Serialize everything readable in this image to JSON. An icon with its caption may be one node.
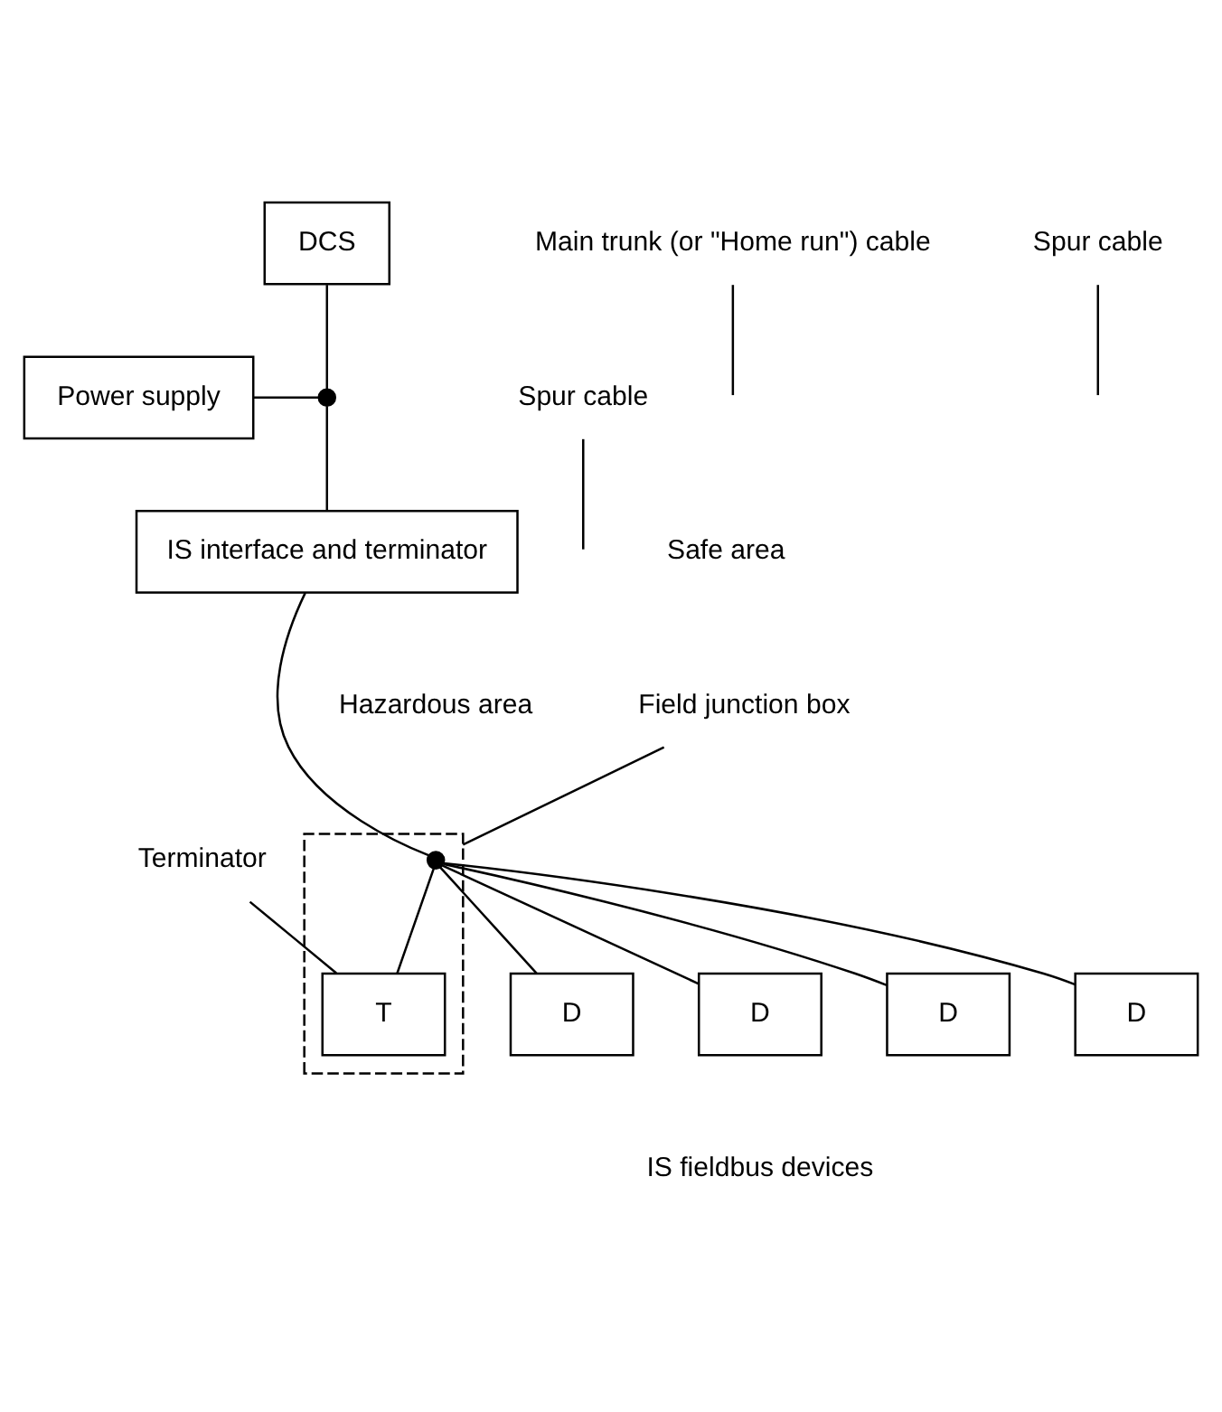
{
  "diagram": {
    "nodes": [
      {
        "text": [
          "DCS"
        ]
      },
      {
        "text": [
          "Power supply"
        ]
      },
      {
        "text": [],
        "shape": "circle"
      },
      {
        "text": [
          "IS interface and terminator"
        ]
      },
      {
        "text": [
          "Spur cable"
        ]
      },
      {
        "text": [
          "Main trunk (or \"Home run\") cable"
        ]
      },
      {
        "text": [
          "Field junction box"
        ]
      },
      {
        "text": [],
        "shape": "box"
      },
      {
        "text": [],
        "shape": "circle",
        "in": 7
      },
      {
        "text": [
          "T"
        ],
        "in": 7
      },
      {
        "text": [
          "Spur cable"
        ]
      },
      {
        "text": [
          "D"
        ]
      },
      {
        "text": [
          "D"
        ]
      },
      {
        "text": [
          "Terminator"
        ]
      },
      {
        "text": [
          "D"
        ]
      },
      {
        "text": [
          "D"
        ]
      }
    ],
    "edges": [
      {
        "from": 0,
        "to": 2,
        "arrow": "none"
      },
      {
        "from": 1,
        "to": 2,
        "arrow": "none"
      },
      {
        "from": 2,
        "to": 3,
        "arrow": "none"
      },
      {
        "from": 4,
        "to": null,
        "arrow": "none"
      },
      {
        "from": 3,
        "to": 8,
        "arrow": "none"
      },
      {
        "from": 5,
        "to": null,
        "arrow": "none"
      },
      {
        "from": 6,
        "to": 7,
        "arrow": "none"
      },
      {
        "from": 8,
        "to": 9,
        "arrow": "none"
      },
      {
        "from": 10,
        "to": null,
        "arrow": "none"
      },
      {
        "from": 8,
        "to": 11,
        "arrow": "none"
      },
      {
        "from": 8,
        "to": 12,
        "arrow": "none"
      },
      {
        "from": 13,
        "to": 9,
        "arrow": "none"
      },
      {
        "from": 8,
        "to": 14,
        "arrow": "none"
      },
      {
        "from": 8,
        "to": 15,
        "arrow": "none"
      }
    ],
    "labels": [
      "Safe area",
      "Hazardous area",
      "IS fieldbus devices"
    ]
  }
}
